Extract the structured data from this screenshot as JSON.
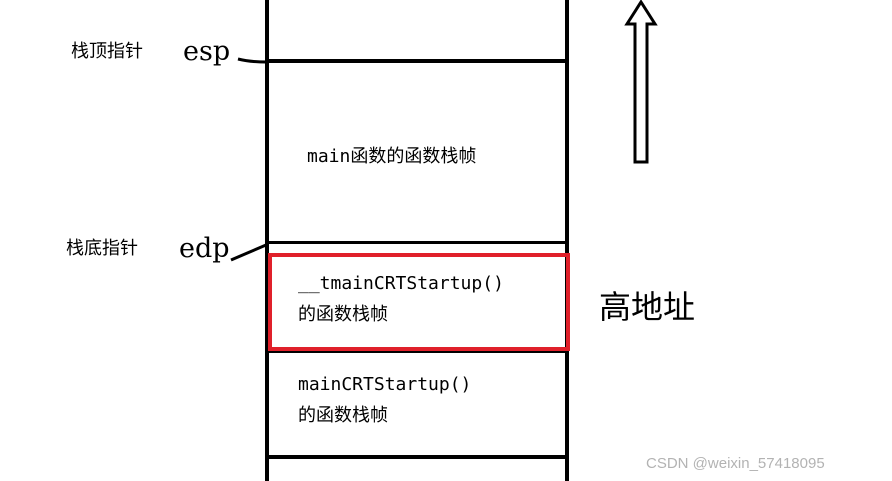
{
  "pointers": {
    "esp": {
      "name": "栈顶指针",
      "register": "esp"
    },
    "edp": {
      "name": "栈底指针",
      "register": "edp"
    }
  },
  "frames": {
    "main": "main函数的函数栈帧",
    "tmain": {
      "line1": "__tmainCRTStartup()",
      "line2": "的函数栈帧"
    },
    "crt": {
      "line1": "mainCRTStartup()",
      "line2": "的函数栈帧"
    }
  },
  "direction_label": "高地址",
  "watermark": "CSDN @weixin_57418095",
  "colors": {
    "highlight": "#e0202a",
    "stroke": "#000000"
  }
}
